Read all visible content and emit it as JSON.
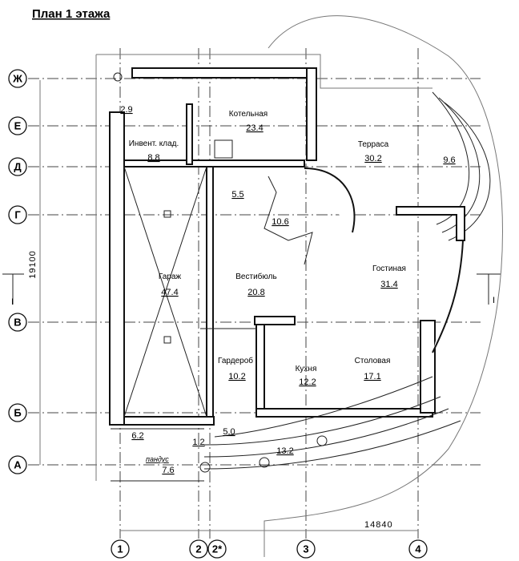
{
  "title": "План 1 этажа",
  "axes_rows": [
    "Ж",
    "Е",
    "Д",
    "Г",
    "В",
    "Б",
    "А"
  ],
  "axes_cols": [
    "1",
    "2",
    "2*",
    "3",
    "4"
  ],
  "dimensions": {
    "width": "14840",
    "height": "19100"
  },
  "section_marks": [
    "I",
    "I"
  ],
  "rooms": [
    {
      "name": "Котельная",
      "area": "23.4"
    },
    {
      "name": "Терраса",
      "area": "30.2"
    },
    {
      "name": "Инвент. клад.",
      "area": "8.8"
    },
    {
      "name": "Гараж",
      "area": "47.4"
    },
    {
      "name": "Вестибюль",
      "area": "20.8"
    },
    {
      "name": "Гостиная",
      "area": "31.4"
    },
    {
      "name": "Гардероб",
      "area": "10.2"
    },
    {
      "name": "Кухня",
      "area": "12.2"
    },
    {
      "name": "Столовая",
      "area": "17.1"
    }
  ],
  "areas": {
    "a29": "2.9",
    "a55": "5.5",
    "a106": "10.6",
    "a96": "9.6",
    "a62": "6.2",
    "a12": "1.2",
    "a50": "5.0",
    "a132": "13.2",
    "a76": "7.6"
  },
  "ramp_label": "пандус"
}
